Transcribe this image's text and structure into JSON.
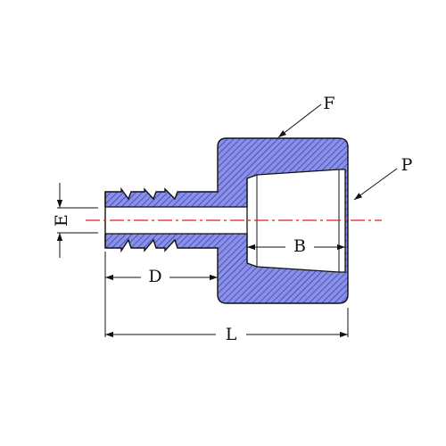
{
  "labels": {
    "f": "F",
    "p": "P",
    "e": "E",
    "d": "D",
    "b": "B",
    "l": "L"
  },
  "colors": {
    "body_fill": "#7f86e0",
    "hatch_line": "#2a2fa0",
    "outline": "#111111",
    "centerline": "#dd2222",
    "background": "#ffffff"
  }
}
